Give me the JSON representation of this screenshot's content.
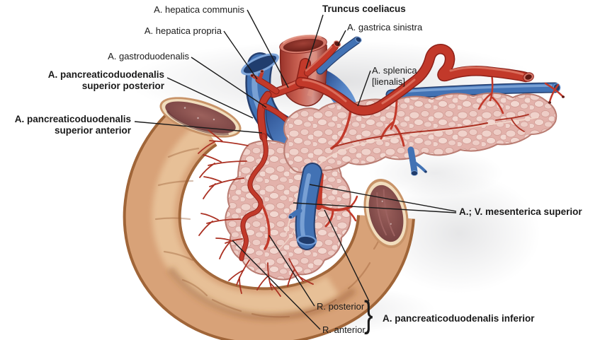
{
  "figure": {
    "kind": "anatomical illustration",
    "subject": "Pancreas and duodenum with coeliac trunk and pancreaticoduodenal arteries (anterior view)"
  },
  "colors": {
    "artery_red": "#c2392a",
    "artery_dark_red": "#8c2018",
    "vein_blue": "#4272b4",
    "vein_dark_blue": "#27406f",
    "duodenum_tan": "#d8a278",
    "pancreas_pink": "#e3b2ab",
    "label_text": "#1a1a1a",
    "leader_line": "#1a1a1a",
    "background": "#ffffff"
  },
  "labels": [
    {
      "id": "hepatica-communis",
      "text": "A. hepatica communis",
      "bold": false
    },
    {
      "id": "truncus-coeliacus",
      "text": "Truncus coeliacus",
      "bold": true
    },
    {
      "id": "hepatica-propria",
      "text": "A. hepatica propria",
      "bold": false
    },
    {
      "id": "gastrica-sinistra",
      "text": "A. gastrica sinistra",
      "bold": false
    },
    {
      "id": "gastroduodenalis",
      "text": "A. gastroduodenalis",
      "bold": false
    },
    {
      "id": "splenica-lienalis",
      "text": "A. splenica\n[lienalis]",
      "bold": false
    },
    {
      "id": "pancr-sup-posterior",
      "text": "A. pancreaticoduodenalis\nsuperior posterior",
      "bold": true
    },
    {
      "id": "pancr-sup-anterior",
      "text": "A. pancreaticoduodenalis\nsuperior anterior",
      "bold": true
    },
    {
      "id": "mesenterica-superior",
      "text": "A.; V. mesenterica superior",
      "bold": true
    },
    {
      "id": "r-posterior",
      "text": "R. posterior",
      "bold": false
    },
    {
      "id": "r-anterior",
      "text": "R. anterior",
      "bold": false
    },
    {
      "id": "pancr-inferior",
      "text": "A. pancreaticoduodenalis inferior",
      "bold": true
    }
  ],
  "brace": "}"
}
